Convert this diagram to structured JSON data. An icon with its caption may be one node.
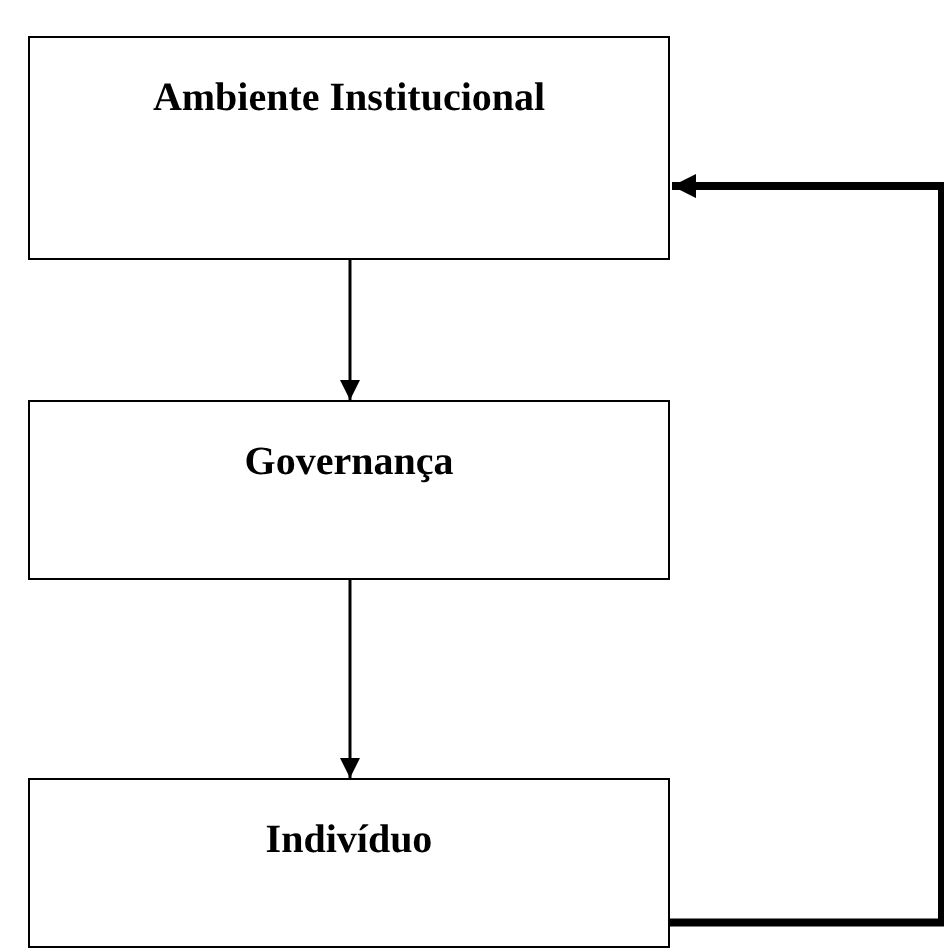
{
  "diagram": {
    "nodes": [
      {
        "text": [
          "Ambiente Institucional"
        ]
      },
      {
        "text": [
          "Governança"
        ]
      },
      {
        "text": [
          "Indivíduo"
        ]
      }
    ],
    "edges": [
      {
        "from": 0,
        "to": 1,
        "arrow": "to"
      },
      {
        "from": 1,
        "to": 2,
        "arrow": "to"
      },
      {
        "from": 2,
        "to": 0,
        "arrow": "to",
        "style": "thick"
      }
    ]
  }
}
